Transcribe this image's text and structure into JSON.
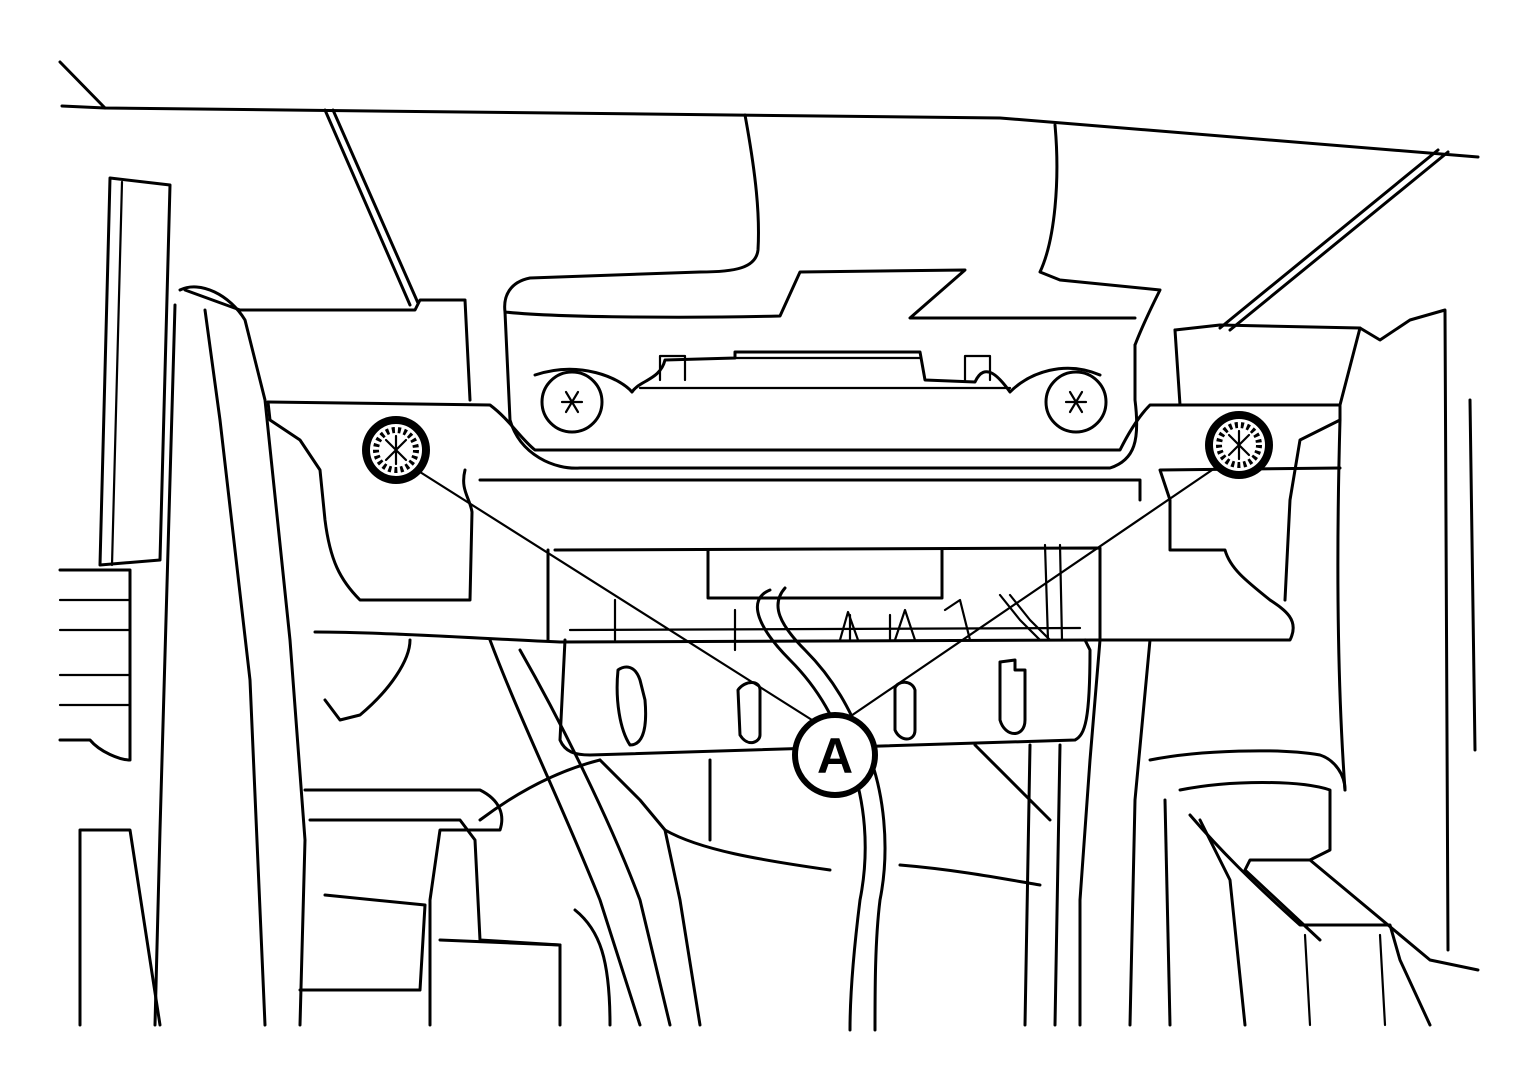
{
  "diagram": {
    "callout": {
      "label": "A",
      "targets": [
        "left-clip",
        "right-clip"
      ]
    },
    "colors": {
      "line": "#000000",
      "background": "#ffffff"
    }
  }
}
